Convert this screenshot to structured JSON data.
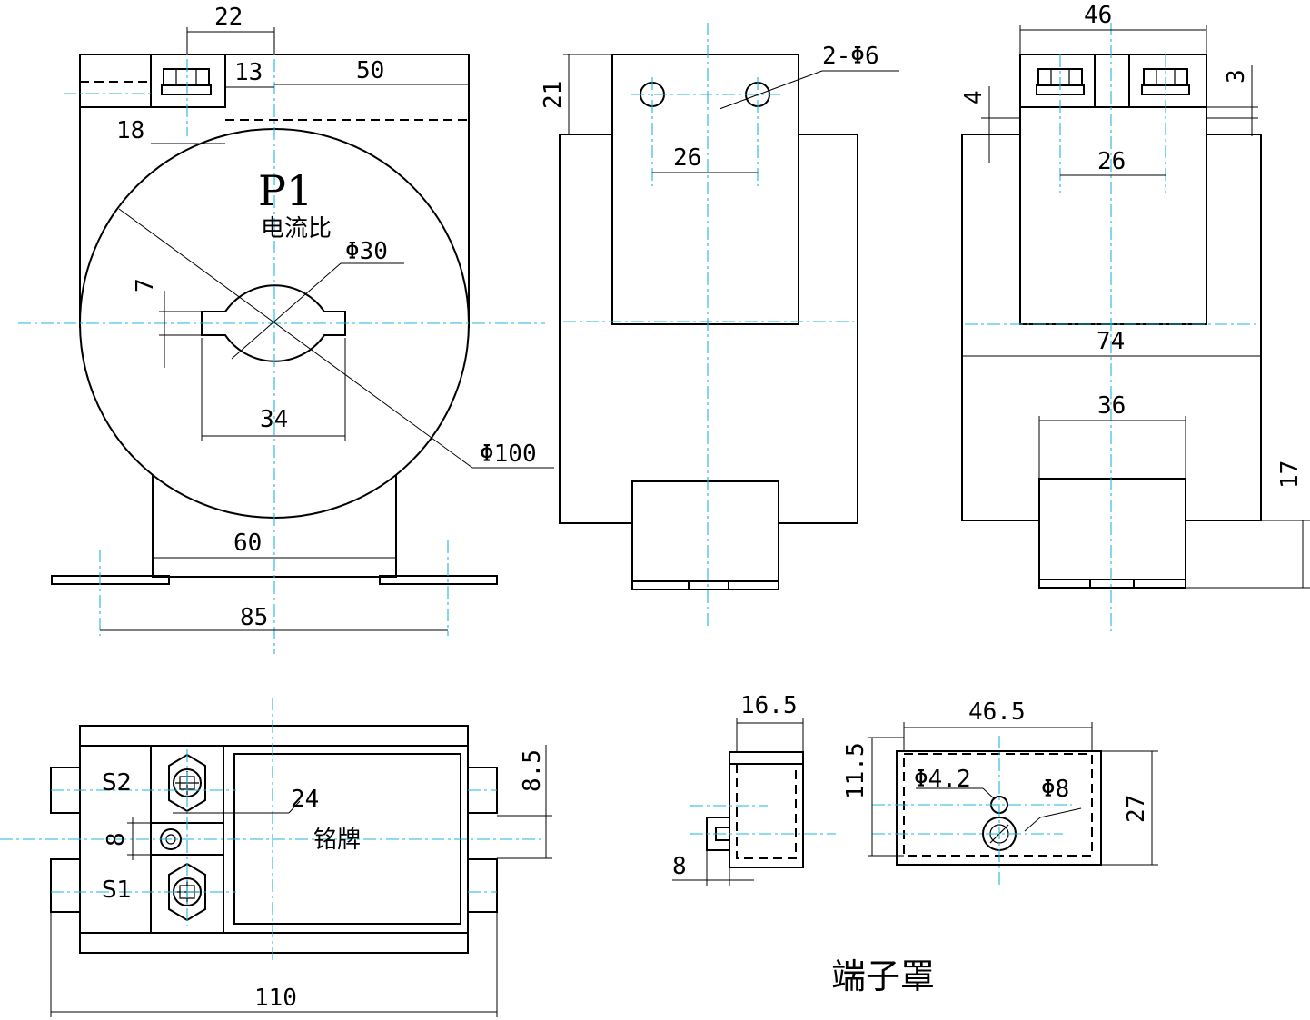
{
  "labels": {
    "p1": "P1",
    "ratio": "电流比",
    "nameplate": "铭牌",
    "s2": "S2",
    "s1": "S1",
    "terminal_cover": "端子罩"
  },
  "dims": {
    "d22": "22",
    "d13": "13",
    "d50": "50",
    "d18": "18",
    "phi30": "Φ30",
    "d7": "7",
    "d34": "34",
    "phi100": "Φ100",
    "d60": "60",
    "d85": "85",
    "d21": "21",
    "hole": "2-Φ6",
    "d26a": "26",
    "d46": "46",
    "d4": "4",
    "d3": "3",
    "d26b": "26",
    "d74": "74",
    "d36": "36",
    "d17": "17",
    "d8_5": "8.5",
    "d24": "24",
    "d8a": "8",
    "d110": "110",
    "d16_5": "16.5",
    "d8b": "8",
    "d46_5": "46.5",
    "d11_5": "11.5",
    "phi4_2": "Φ4.2",
    "phi8": "Φ8",
    "d27": "27"
  },
  "colors": {
    "outline": "#000000",
    "centerline": "#1fb6d8"
  }
}
